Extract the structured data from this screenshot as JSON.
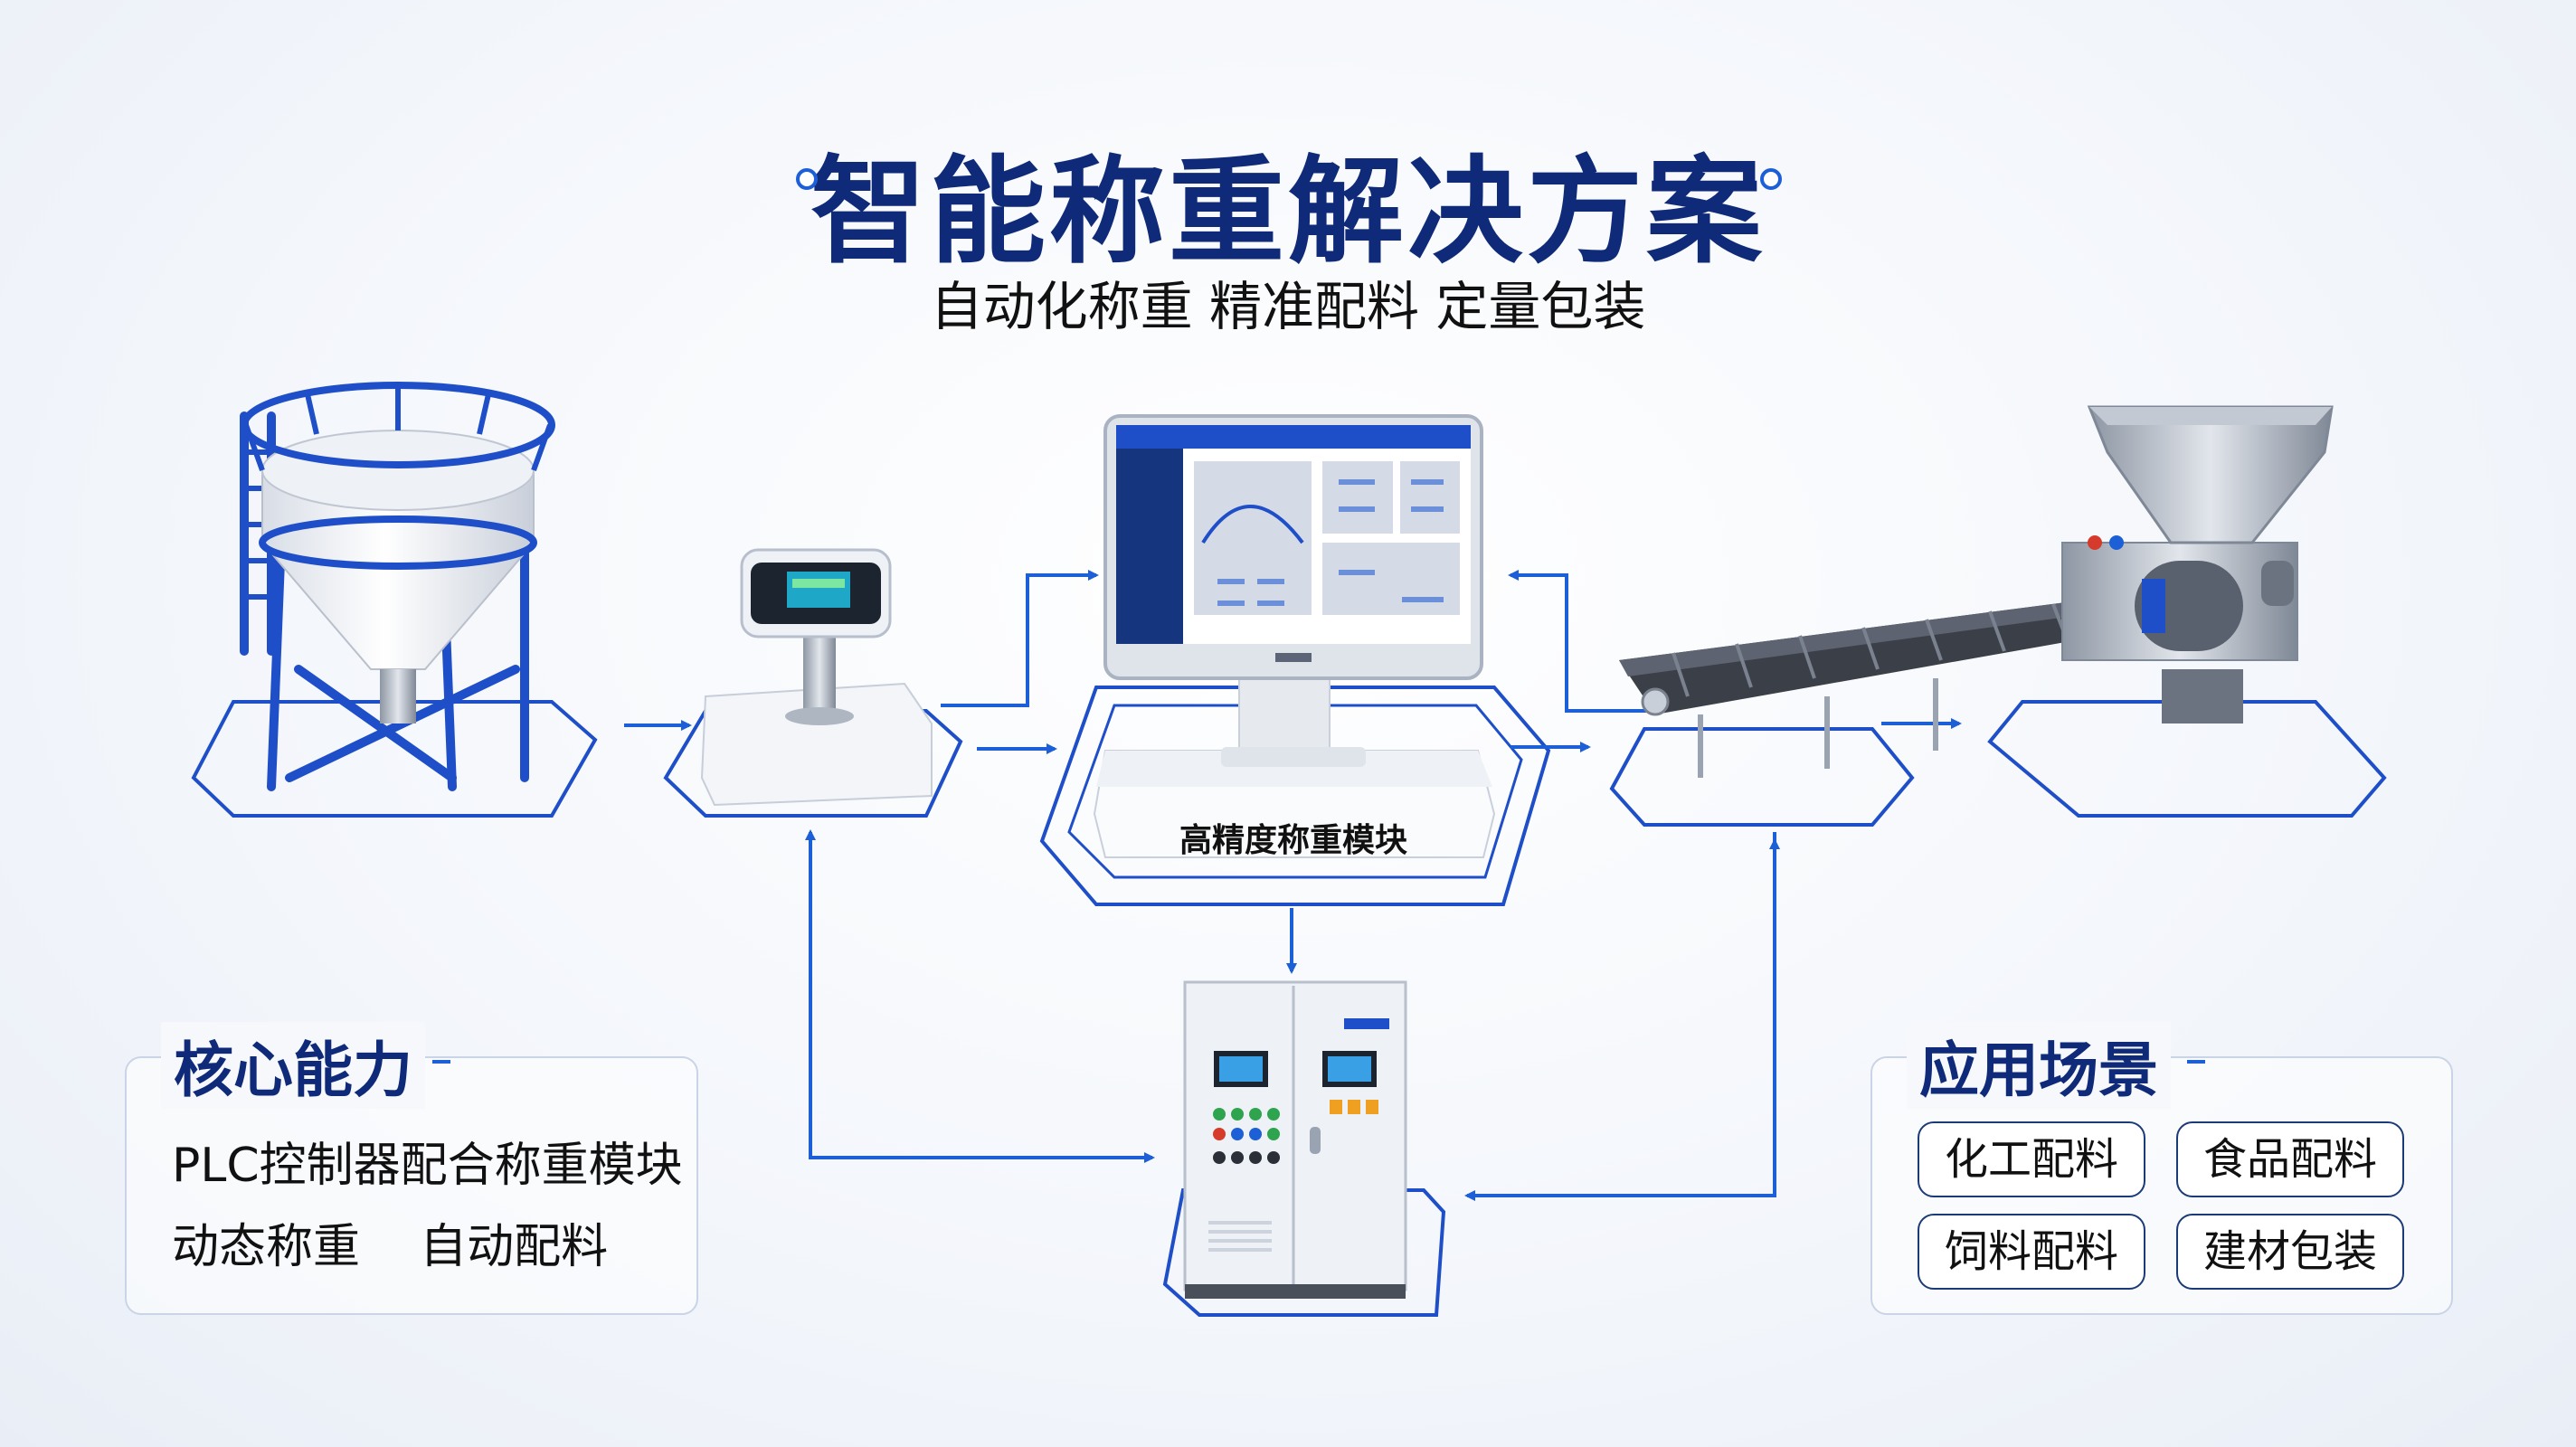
{
  "header": {
    "title": "智能称重解决方案",
    "subtitle": "自动化称重 精准配料 定量包装"
  },
  "module": {
    "label": "高精度称重模块"
  },
  "core_capability": {
    "title": "核心能力",
    "lines": [
      "PLC控制器配合称重模块",
      "动态称重    自动配料"
    ]
  },
  "application": {
    "title": "应用场景",
    "tags": [
      "化工配料",
      "食品配料",
      "饲料配料",
      "建材包装"
    ]
  },
  "colors": {
    "primary": "#1d5fd6",
    "title": "#0f2a78",
    "platform": "#1e4fc8"
  }
}
